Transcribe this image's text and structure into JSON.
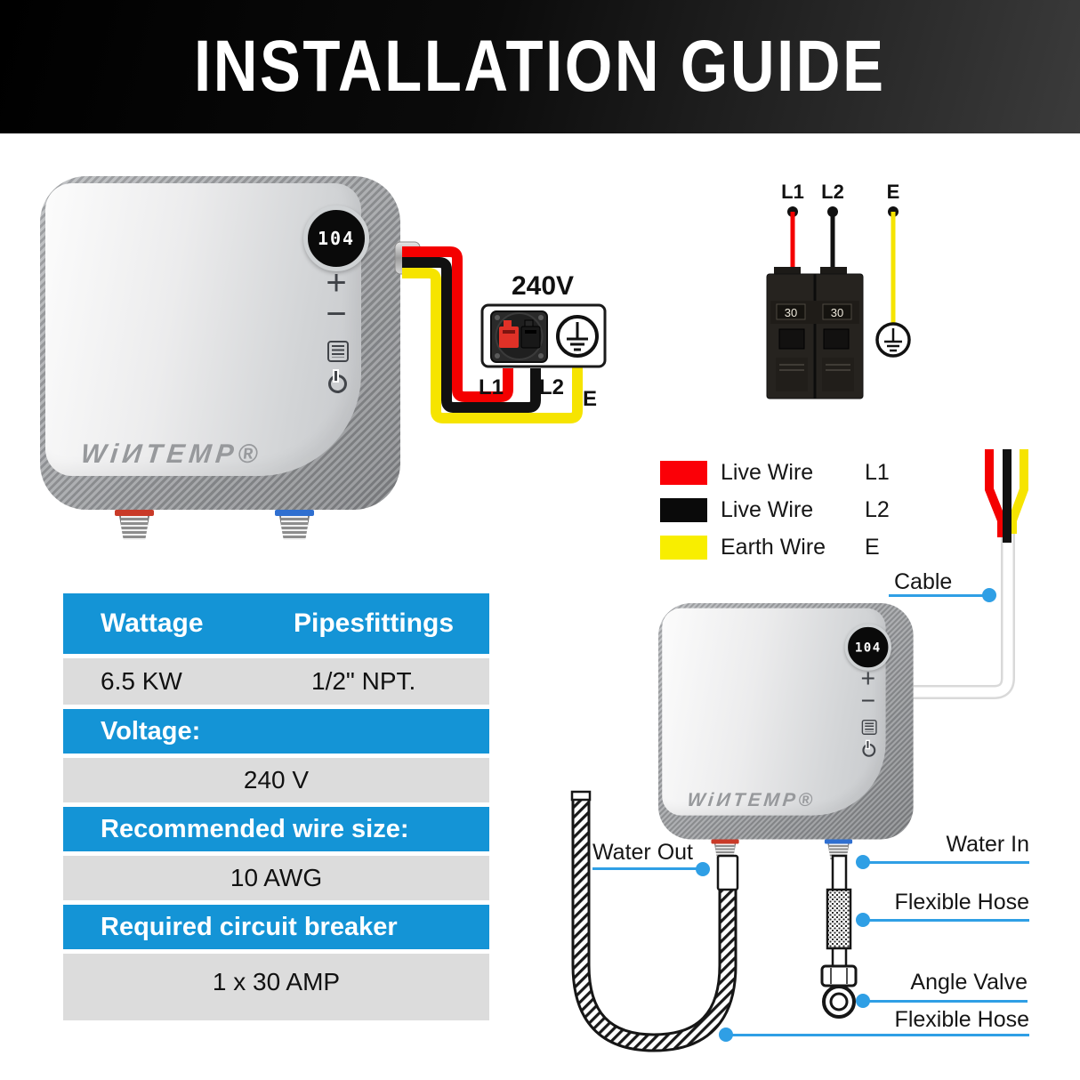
{
  "banner": {
    "title": "INSTALLATION GUIDE"
  },
  "heater": {
    "display_temp": "104",
    "brand": "WiИTEMP®",
    "plus_label": "+",
    "minus_label": "−"
  },
  "outlet_diagram": {
    "voltage": "240V",
    "l1": "L1",
    "l2": "L2",
    "e": "E"
  },
  "breaker_diagram": {
    "l1": "L1",
    "l2": "L2",
    "e": "E",
    "pole1_amp": "30",
    "pole2_amp": "30"
  },
  "legend": {
    "items": [
      {
        "label": "Live Wire",
        "code": "L1",
        "color": "#fb0007"
      },
      {
        "label": "Live Wire",
        "code": "L2",
        "color": "#0a0a0a"
      },
      {
        "label": "Earth Wire",
        "code": "E",
        "color": "#f8ee00"
      }
    ]
  },
  "spec_table": {
    "header_col1": "Wattage",
    "header_col2": "Pipesfittings",
    "row1_col1": "6.5 KW",
    "row1_col2": "1/2\" NPT.",
    "sections": [
      {
        "label": "Voltage:",
        "value": "240 V"
      },
      {
        "label": "Recommended wire size:",
        "value": "10 AWG"
      },
      {
        "label": "Required circuit breaker",
        "value": "1 x 30 AMP"
      }
    ]
  },
  "callouts": {
    "cable": "Cable",
    "water_out": "Water Out",
    "water_in": "Water In",
    "flexible_hose_top": "Flexible Hose",
    "angle_valve": "Angle Valve",
    "flexible_hose_bottom": "Flexible Hose"
  },
  "colors": {
    "accent_blue": "#1494d6",
    "callout_blue": "#2f9fe5",
    "wire_red": "#f40000",
    "wire_black": "#111111",
    "wire_yellow": "#f6e400",
    "row_gray": "#dcdcdc"
  }
}
